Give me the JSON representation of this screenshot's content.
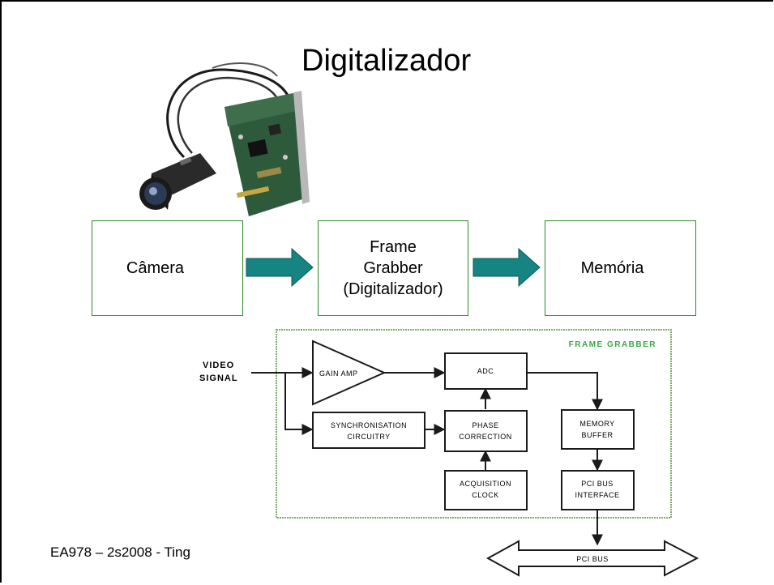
{
  "slide": {
    "title": "Digitalizador",
    "footer": "EA978 – 2s2008 - Ting"
  },
  "flow": {
    "camera_label": "Câmera",
    "frame_grabber_lines": [
      "Frame",
      "Grabber",
      "(Digitalizador)"
    ],
    "memory_label": "Memória",
    "arrow_color": "#168482",
    "box_border_color": "#2d8a2d"
  },
  "block_diagram": {
    "panel_label": "FRAME GRABBER",
    "input_label_lines": [
      "VIDEO",
      "SIGNAL"
    ],
    "gain_amp": "GAIN AMP",
    "adc": "ADC",
    "sync_lines": [
      "SYNCHRONISATION",
      "CIRCUITRY"
    ],
    "phase_lines": [
      "PHASE",
      "CORRECTION"
    ],
    "acq_lines": [
      "ACQUISITION",
      "CLOCK"
    ],
    "memory_lines": [
      "MEMORY",
      "BUFFER"
    ],
    "pci_lines": [
      "PCI BUS",
      "INTERFACE"
    ],
    "pci_bus": "PCI BUS",
    "panel_color": "#7fae6e",
    "panel_label_color": "#3aa84a"
  },
  "icons": {
    "photo": "camera-and-frame-grabber-card-photo"
  }
}
